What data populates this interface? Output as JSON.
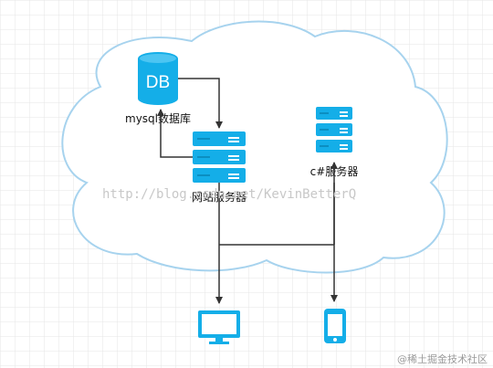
{
  "diagram": {
    "db_label": "DB",
    "mysql_label": "mysql数据库",
    "web_server_label": "网站服务器",
    "csharp_server_label": "c#服务器",
    "watermark": "http://blog.csdn.net/KevinBetterQ",
    "brand": "@稀土掘金技术社区"
  },
  "colors": {
    "accent": "#14aee8",
    "cloud_stroke": "#a7d3ee",
    "line": "#333333",
    "grid": "#e6e6e6"
  },
  "icons": [
    "database-icon",
    "server-icon",
    "monitor-icon",
    "phone-icon"
  ]
}
